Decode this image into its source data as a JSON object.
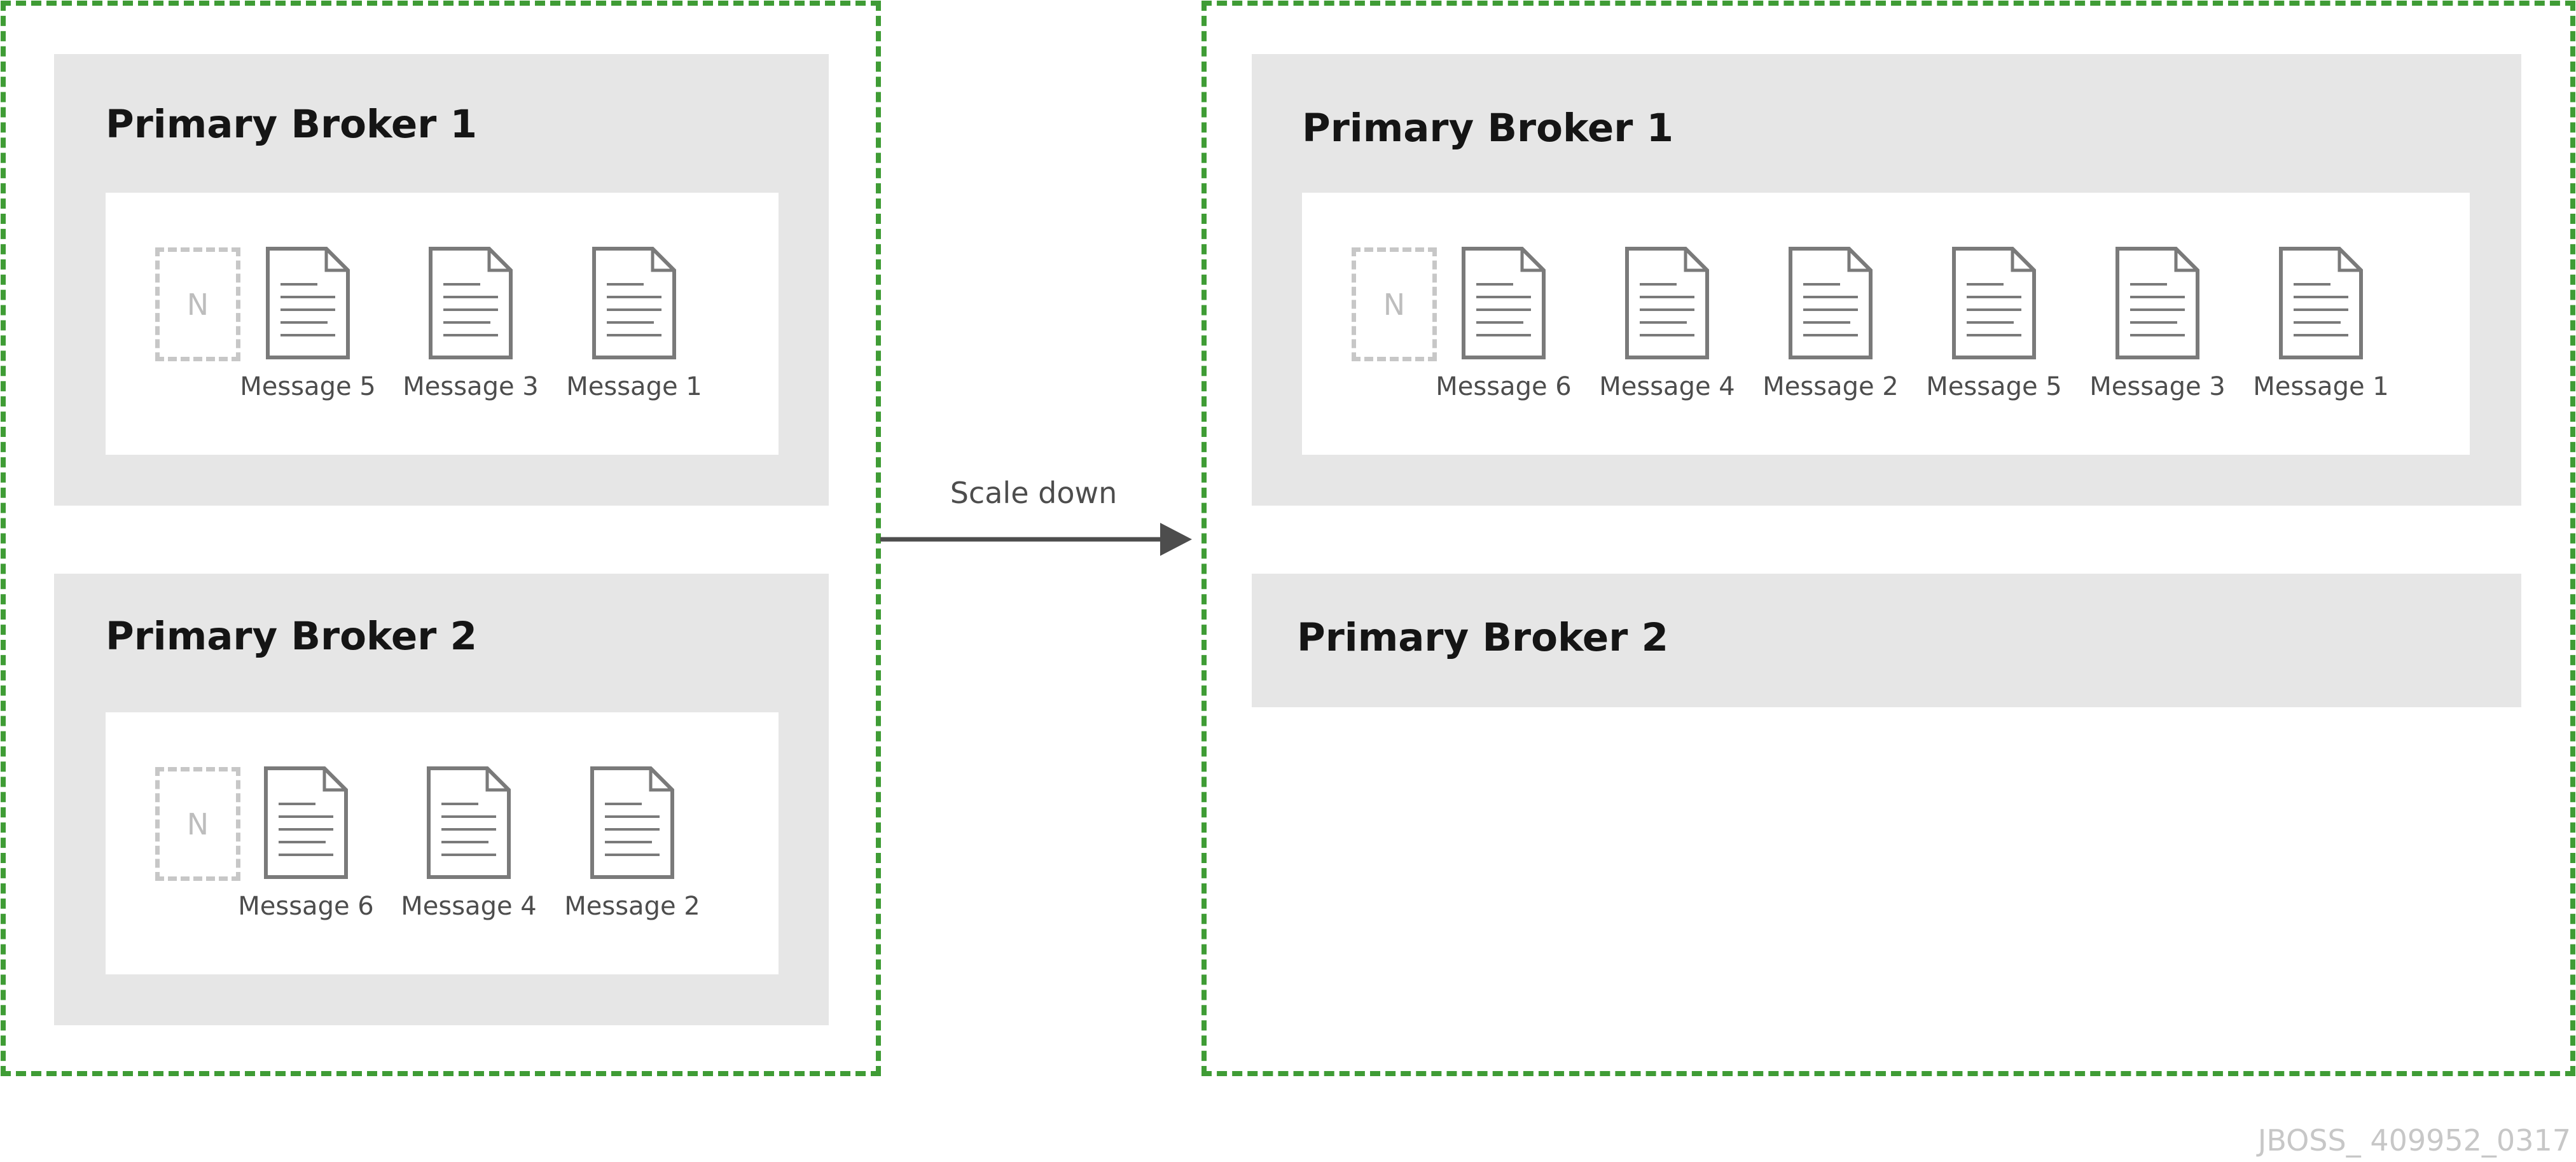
{
  "colors": {
    "cluster_border": "#3f9c35",
    "broker_background": "#e6e6e6",
    "queue_background": "#ffffff",
    "icon_stroke": "#7a7a7a",
    "placeholder_border": "#c7c7c7",
    "arrow": "#4d4d4d"
  },
  "before": {
    "broker1": {
      "title": "Primary Broker 1",
      "placeholder": "N",
      "messages": [
        "Message 5",
        "Message 3",
        "Message 1"
      ]
    },
    "broker2": {
      "title": "Primary Broker 2",
      "placeholder": "N",
      "messages": [
        "Message 6",
        "Message 4",
        "Message 2"
      ]
    }
  },
  "transition": {
    "label": "Scale down",
    "icon": "arrow-right-icon"
  },
  "after": {
    "broker1": {
      "title": "Primary Broker 1",
      "placeholder": "N",
      "messages": [
        "Message 6",
        "Message 4",
        "Message 2",
        "Message 5",
        "Message 3",
        "Message 1"
      ]
    },
    "broker2": {
      "title": "Primary Broker 2"
    }
  },
  "figure_id": "JBOSS_ 409952_0317"
}
